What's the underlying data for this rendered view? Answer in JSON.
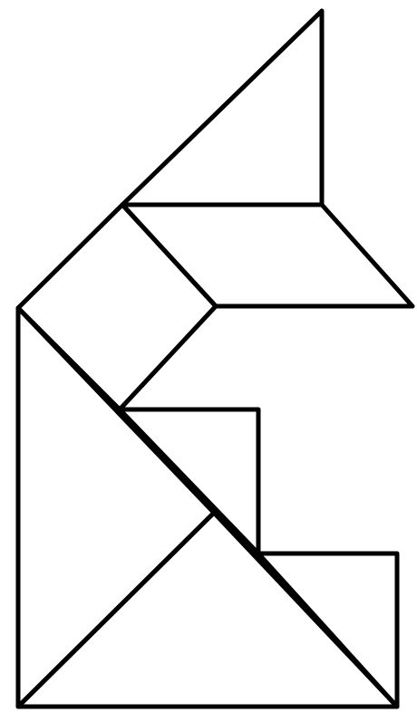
{
  "diagram": {
    "type": "tangram-outline",
    "colors": {
      "background": "#ffffff",
      "stroke": "#000000"
    },
    "pieces": [
      {
        "id": "top-small-triangle",
        "shape": "triangle"
      },
      {
        "id": "parallelogram",
        "shape": "parallelogram"
      },
      {
        "id": "square",
        "shape": "square"
      },
      {
        "id": "middle-small-triangle",
        "shape": "triangle"
      },
      {
        "id": "left-large-triangle",
        "shape": "triangle"
      },
      {
        "id": "bottom-large-triangle",
        "shape": "triangle"
      },
      {
        "id": "right-medium-triangle",
        "shape": "triangle"
      }
    ]
  }
}
